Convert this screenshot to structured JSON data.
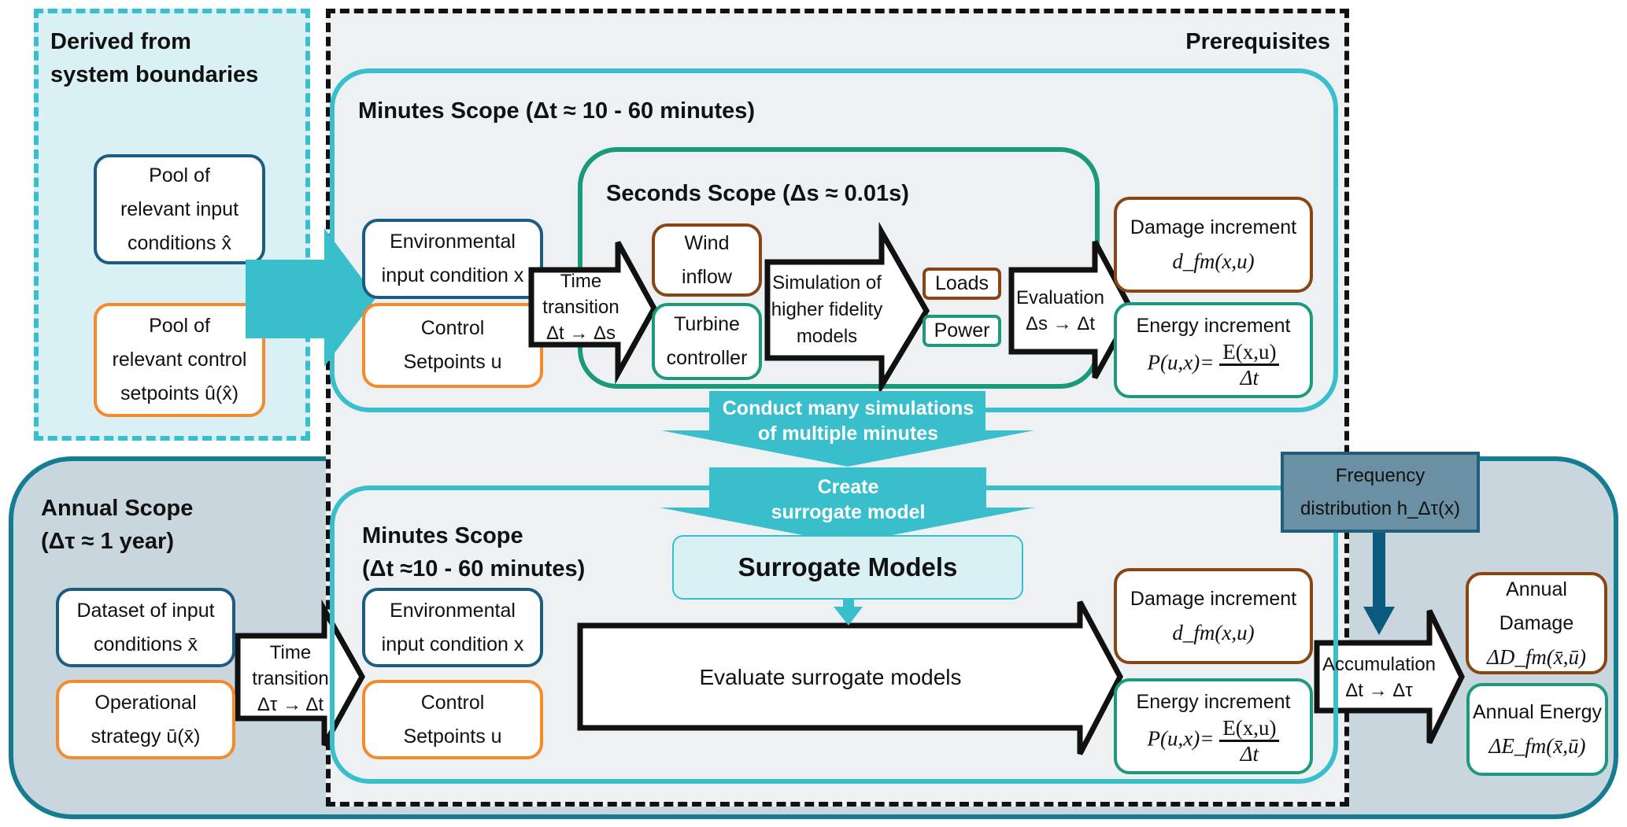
{
  "colors": {
    "derived_fill": "#d9f1f5",
    "derived_border": "#39bfcc",
    "annual_fill": "#c9d6de",
    "annual_border": "#147d91",
    "prereq_fill": "#edf1f4",
    "minutes_border": "#39bfcc",
    "seconds_border": "#1b9a7a",
    "input_border": "#1d5c82",
    "control_border": "#f58a2a",
    "damage_border": "#8a4514",
    "energy_border": "#1d9a7c",
    "teal_arrow": "#39bfcc",
    "freq_fill": "#6b8fa3"
  },
  "derived": {
    "title_line1": "Derived from",
    "title_line2": "system boundaries",
    "pool_input": [
      "Pool of",
      "relevant input",
      "conditions x̂"
    ],
    "pool_control": [
      "Pool of",
      "relevant control",
      "setpoints û(x̂)"
    ]
  },
  "prereq": {
    "title": "Prerequisites"
  },
  "minutes_top": {
    "title": "Minutes Scope (Δt ≈ 10 - 60 minutes)",
    "env": [
      "Environmental",
      "input condition x"
    ],
    "control": [
      "Control",
      "Setpoints u"
    ],
    "time_transition": [
      "Time",
      "transition",
      "Δt → Δs"
    ],
    "evaluation": [
      "Evaluation",
      "Δs → Δt"
    ],
    "damage": [
      "Damage increment",
      "d_fm(x,u)"
    ],
    "energy": [
      "Energy increment",
      "P(u,x)=",
      "E(x,u)",
      "Δt"
    ]
  },
  "seconds": {
    "title": "Seconds Scope (Δs ≈  0.01s)",
    "wind": [
      "Wind",
      "inflow"
    ],
    "turbine": [
      "Turbine",
      "controller"
    ],
    "simulation": [
      "Simulation of",
      "higher fidelity",
      "models"
    ],
    "loads": "Loads",
    "power": "Power"
  },
  "conduct": [
    "Conduct many simulations",
    "of multiple minutes"
  ],
  "create": [
    "Create",
    "surrogate model"
  ],
  "surrogate": "Surrogate Models",
  "annual": {
    "title_line1": "Annual Scope",
    "title_line2": "(Δτ ≈ 1 year)",
    "dataset": [
      "Dataset of input",
      "conditions x̄"
    ],
    "strategy": [
      "Operational",
      "strategy ū(x̄)"
    ],
    "time_transition": [
      "Time",
      "transition",
      "Δτ → Δt"
    ],
    "accumulation": [
      "Accumulation",
      "Δt → Δτ"
    ],
    "annual_damage": [
      "Annual",
      "Damage",
      "ΔD_fm(x̄,ū)"
    ],
    "annual_energy": [
      "Annual Energy",
      "ΔE_fm(x̄,ū)"
    ]
  },
  "minutes_bottom": {
    "title_line1": "Minutes Scope",
    "title_line2": "(Δt ≈10 - 60 minutes)",
    "env": [
      "Environmental",
      "input condition x"
    ],
    "control": [
      "Control",
      "Setpoints u"
    ],
    "evaluate": "Evaluate surrogate models",
    "damage": [
      "Damage increment",
      "d_fm(x,u)"
    ],
    "energy": [
      "Energy increment",
      "P(u,x)=",
      "E(x,u)",
      "Δt"
    ]
  },
  "frequency": [
    "Frequency",
    "distribution h_Δτ(x)"
  ]
}
